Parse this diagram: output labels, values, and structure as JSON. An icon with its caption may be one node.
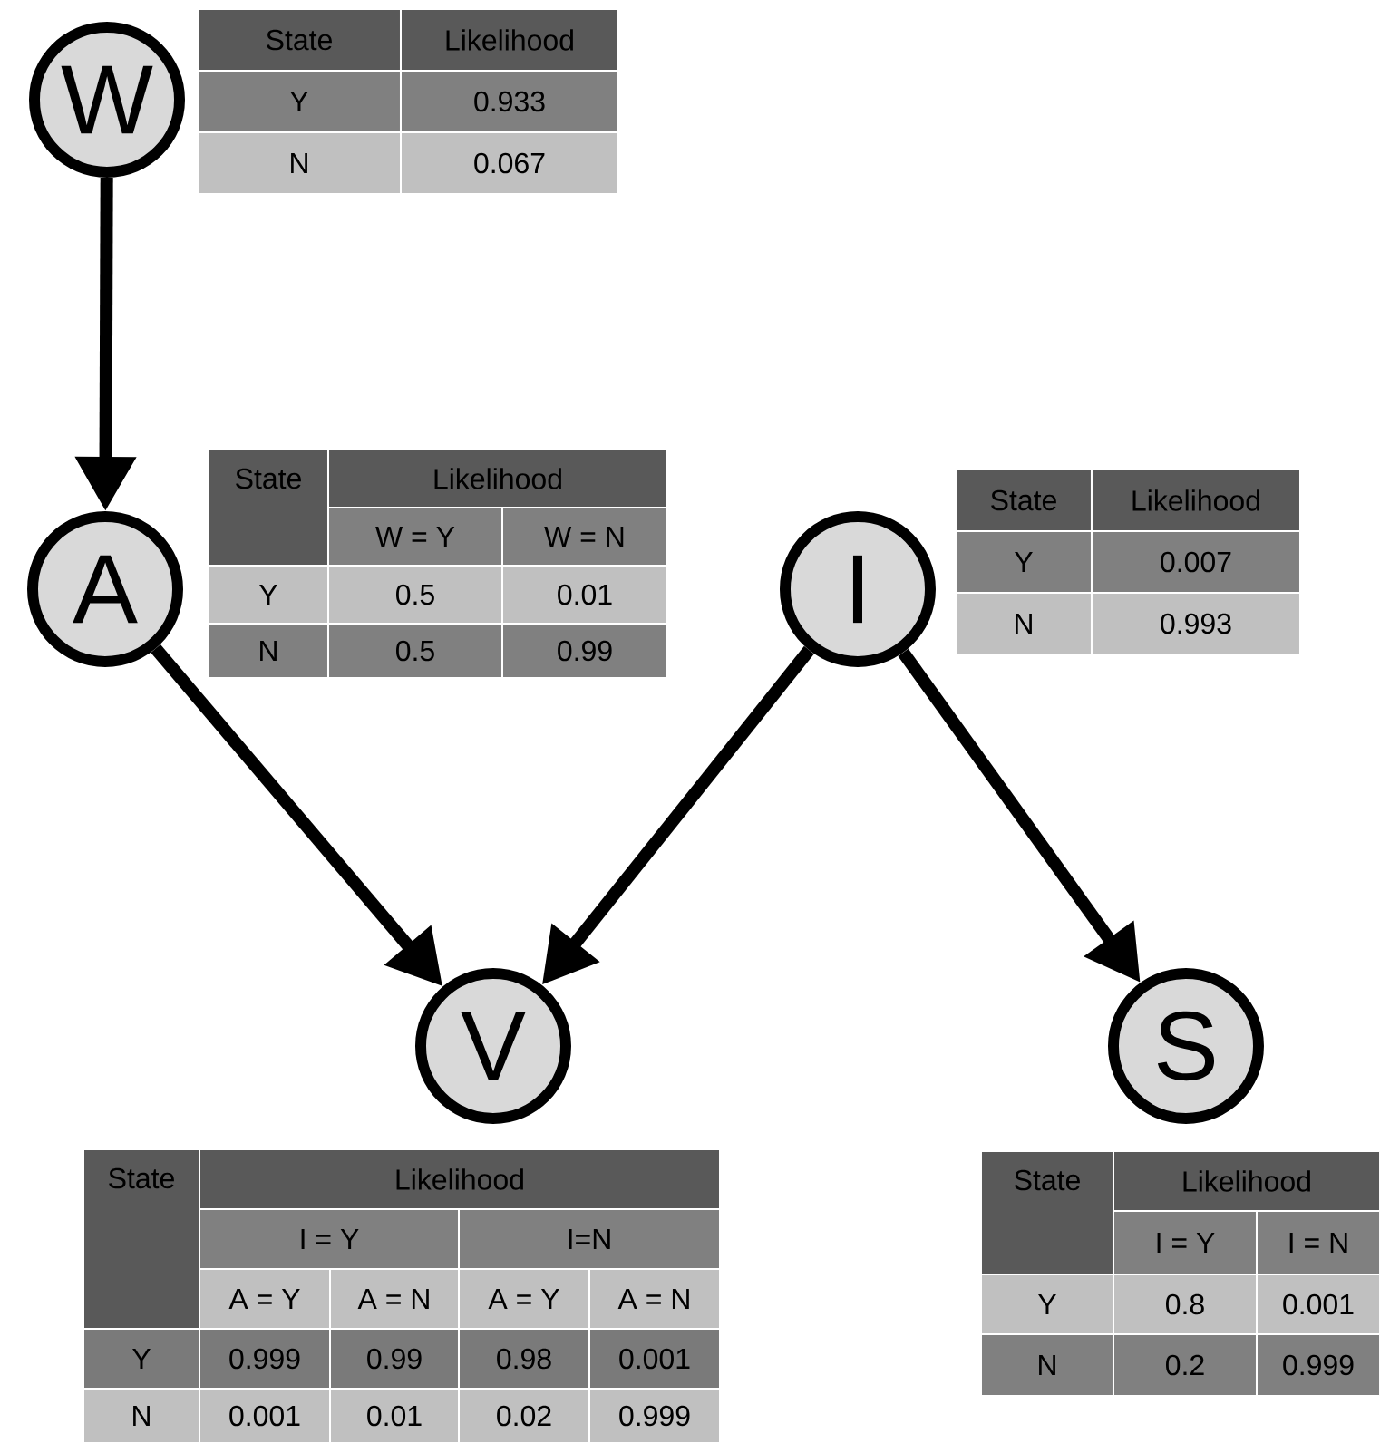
{
  "diagram": {
    "nodes": [
      {
        "text": [
          "W"
        ]
      },
      {
        "text": [
          "A"
        ]
      },
      {
        "text": [
          "I"
        ]
      },
      {
        "text": [
          "V"
        ]
      },
      {
        "text": [
          "S"
        ]
      }
    ],
    "edges": [
      {
        "from": 0,
        "to": 1,
        "arrow": "to"
      },
      {
        "from": 1,
        "to": 3,
        "arrow": "to"
      },
      {
        "from": 2,
        "to": 3,
        "arrow": "to"
      },
      {
        "from": 2,
        "to": 4,
        "arrow": "to"
      }
    ],
    "labels": [
      "State",
      "Likelihood",
      "Y",
      "0.933",
      "N",
      "0.067",
      "State",
      "Likelihood",
      "W = Y",
      "W = N",
      "Y",
      "0.5",
      "0.01",
      "N",
      "0.5",
      "0.99",
      "State",
      "Likelihood",
      "Y",
      "0.007",
      "N",
      "0.993",
      "State",
      "Likelihood",
      "I = Y",
      "I=N",
      "A = Y",
      "A = N",
      "A = Y",
      "A = N",
      "Y",
      "0.999",
      "0.99",
      "0.98",
      "0.001",
      "N",
      "0.001",
      "0.01",
      "0.02",
      "0.999",
      "State",
      "Likelihood",
      "I = Y",
      "I = N",
      "Y",
      "0.8",
      "0.001",
      "N",
      "0.2",
      "0.999"
    ]
  }
}
